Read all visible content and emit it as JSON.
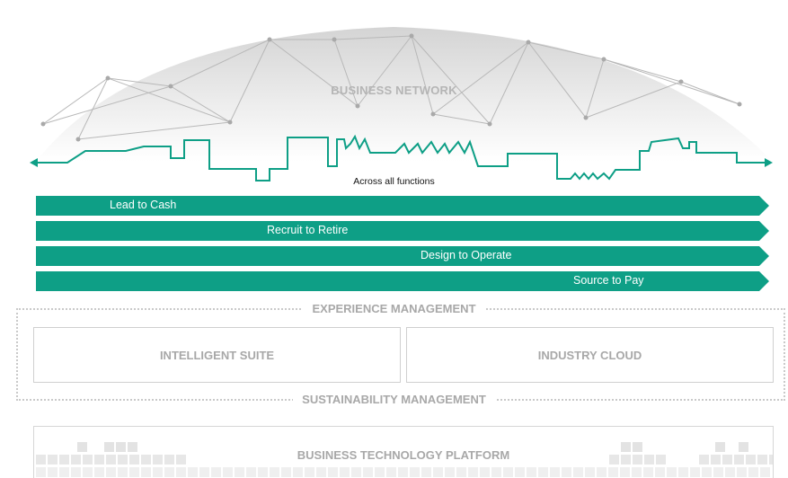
{
  "accent_color": "#0e9f86",
  "network": {
    "title": "BUSINESS NETWORK",
    "caption": "Across all functions"
  },
  "processes": [
    {
      "label": "Lead to Cash"
    },
    {
      "label": "Recruit to Retire"
    },
    {
      "label": "Design to Operate"
    },
    {
      "label": "Source to Pay"
    }
  ],
  "layers": {
    "experience": "EXPERIENCE MANAGEMENT",
    "intelligent_suite": "INTELLIGENT SUITE",
    "industry_cloud": "INDUSTRY CLOUD",
    "sustainability": "SUSTAINABILITY MANAGEMENT",
    "platform": "BUSINESS TECHNOLOGY PLATFORM"
  }
}
